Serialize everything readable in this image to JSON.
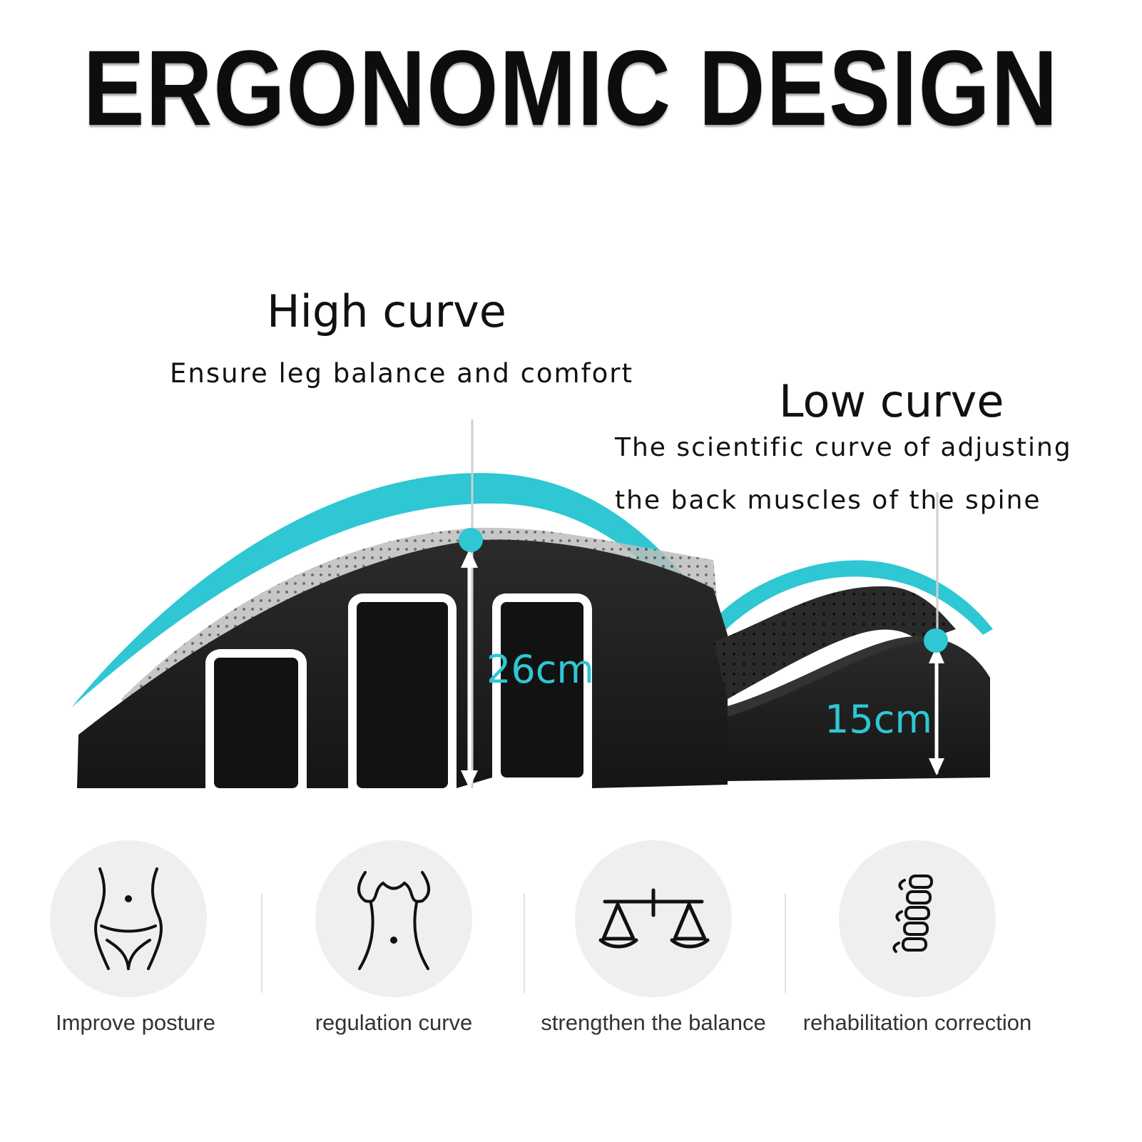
{
  "headline": "ERGONOMIC DESIGN",
  "high_curve": {
    "title": "High curve",
    "subtitle": "Ensure leg balance and comfort",
    "measurement": "26cm"
  },
  "low_curve": {
    "title": "Low curve",
    "subtitle_line1": "The scientific curve of adjusting",
    "subtitle_line2": "the back muscles of the spine",
    "measurement": "15cm"
  },
  "features": [
    {
      "label": "Improve posture",
      "icon": "waist-icon"
    },
    {
      "label": "regulation curve",
      "icon": "torso-icon"
    },
    {
      "label": "strengthen the balance",
      "icon": "scale-icon"
    },
    {
      "label": "rehabilitation correction",
      "icon": "spine-icon"
    }
  ],
  "colors": {
    "accent": "#2ec7d3",
    "product": "#1c1c1c",
    "text": "#111111",
    "circle_bg": "#efefef"
  }
}
